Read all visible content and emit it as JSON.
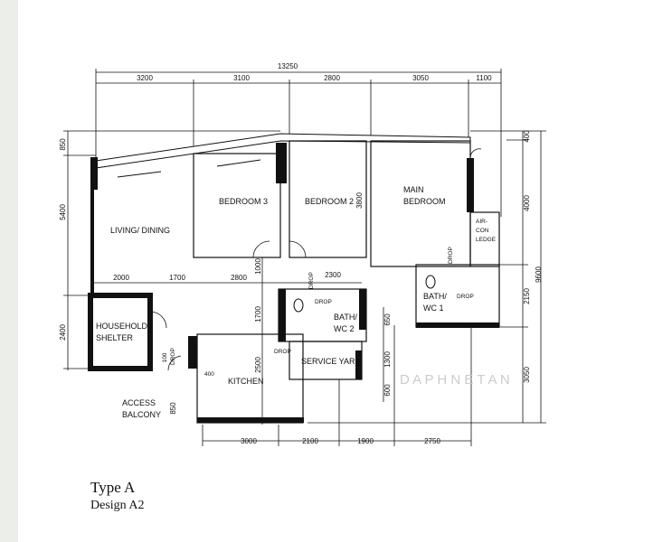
{
  "plan": {
    "dims_top": {
      "total": "13250",
      "segments": [
        "3200",
        "3100",
        "2800",
        "3050",
        "1100"
      ]
    },
    "dims_bottom": [
      "3000",
      "2100",
      "1900",
      "2750"
    ],
    "dims_left": [
      "850",
      "5400",
      "2400"
    ],
    "dims_right": [
      "400",
      "4000",
      "2150",
      "3050"
    ],
    "dim_right_total": "9600",
    "dims_inner": {
      "bedroom2_depth": "3800",
      "corridor_1000": "1000",
      "corridor_2300": "2300",
      "row_2000": "2000",
      "row_1700": "1700",
      "row_2800": "2800",
      "v_1700": "1700",
      "v_2500": "2500",
      "v_650": "650",
      "v_1300": "1300",
      "v_600": "600",
      "d_400": "400",
      "d_100": "100",
      "d_850": "850"
    },
    "rooms": {
      "living": "LIVING/ DINING",
      "bedroom3": "BEDROOM 3",
      "bedroom2": "BEDROOM 2",
      "main1": "MAIN",
      "main2": "BEDROOM",
      "aircon1": "AIR-",
      "aircon2": "CON",
      "aircon3": "LEDGE",
      "shelter1": "HOUSEHOLD",
      "shelter2": "SHELTER",
      "bath1a": "BATH/",
      "bath1b": "WC 1",
      "bath2a": "BATH/",
      "bath2b": "WC 2",
      "kitchen": "KITCHEN",
      "service": "SERVICE YARD",
      "access1": "ACCESS",
      "access2": "BALCONY"
    },
    "drop": "DROP",
    "watermark": "D A P H N E   T A N"
  },
  "caption": {
    "type": "Type A",
    "design": "Design A2"
  }
}
